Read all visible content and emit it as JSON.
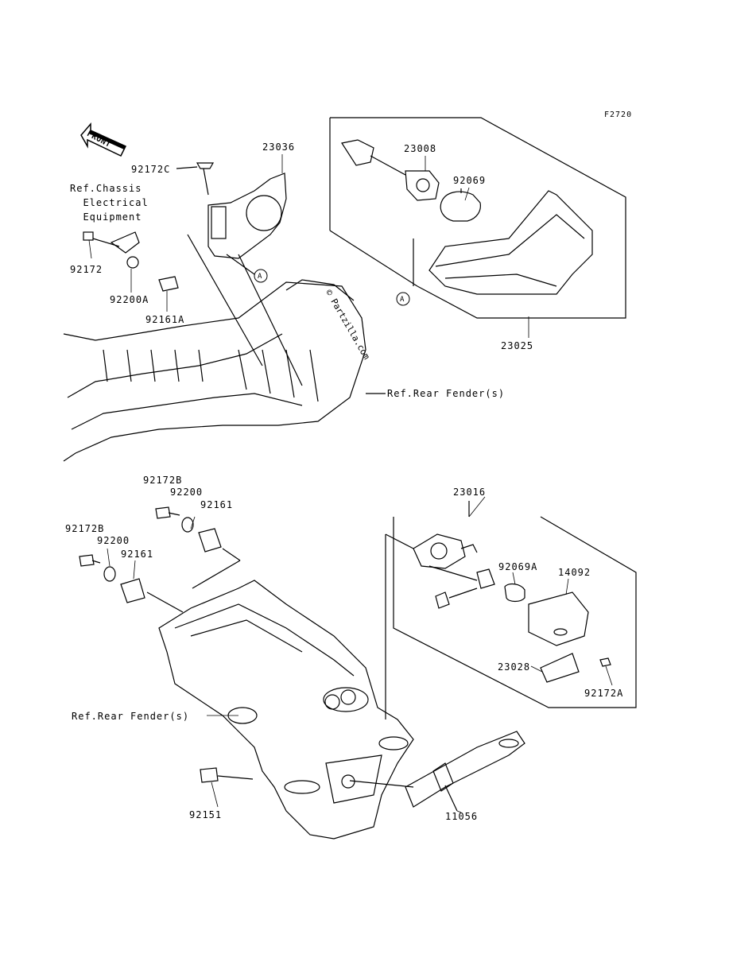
{
  "diagram_code": "F2720",
  "direction_label": "FRONT",
  "watermark": "© Partzilla.com",
  "callout_letter": "A",
  "ref_labels": {
    "chassis": "Ref.Chassis\n  Electrical\n  Equipment",
    "rear_fender_top": "Ref.Rear Fender(s)",
    "rear_fender_bottom": "Ref.Rear Fender(s)"
  },
  "parts": {
    "p23036": "23036",
    "p92172C": "92172C",
    "p23008": "23008",
    "p92069": "92069",
    "p92172": "92172",
    "p92200A": "92200A",
    "p92161A": "92161A",
    "p23025": "23025",
    "p92172B_top": "92172B",
    "p92200_top": "92200",
    "p92161_top": "92161",
    "p92172B_left": "92172B",
    "p92200_left": "92200",
    "p92161_left": "92161",
    "p23016": "23016",
    "p92069A": "92069A",
    "p14092": "14092",
    "p23028": "23028",
    "p92172A": "92172A",
    "p92151": "92151",
    "p11056": "11056"
  }
}
